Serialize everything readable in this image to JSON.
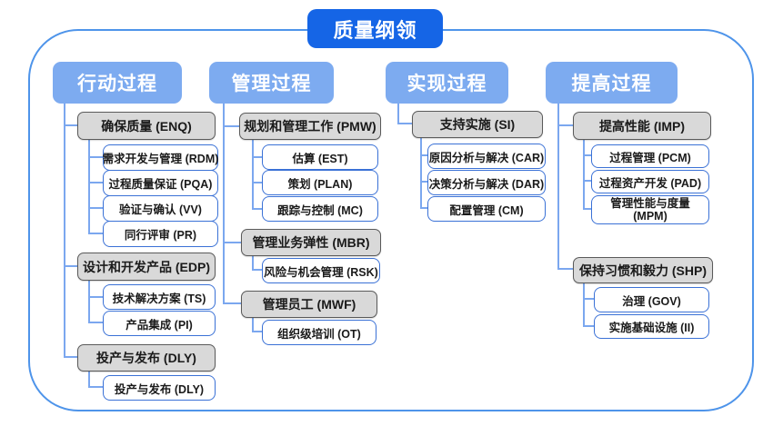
{
  "title": "质量纲领",
  "columns": [
    {
      "header": "行动过程",
      "groups": [
        {
          "title": "确保质量 (ENQ)",
          "children": [
            "需求开发与管理 (RDM)",
            "过程质量保证 (PQA)",
            "验证与确认 (VV)",
            "同行评审 (PR)"
          ]
        },
        {
          "title": "设计和开发产品 (EDP)",
          "children": [
            "技术解决方案 (TS)",
            "产品集成 (PI)"
          ]
        },
        {
          "title": "投产与发布 (DLY)",
          "children": [
            "投产与发布 (DLY)"
          ]
        }
      ]
    },
    {
      "header": "管理过程",
      "groups": [
        {
          "title": "规划和管理工作 (PMW)",
          "children": [
            "估算 (EST)",
            "策划 (PLAN)",
            "跟踪与控制 (MC)"
          ]
        },
        {
          "title": "管理业务弹性 (MBR)",
          "children": [
            "风险与机会管理 (RSK)"
          ]
        },
        {
          "title": "管理员工 (MWF)",
          "children": [
            "组织级培训 (OT)"
          ]
        }
      ]
    },
    {
      "header": "实现过程",
      "groups": [
        {
          "title": "支持实施 (SI)",
          "children": [
            "原因分析与解决 (CAR)",
            "决策分析与解决 (DAR)",
            "配置管理 (CM)"
          ]
        }
      ]
    },
    {
      "header": "提高过程",
      "groups": [
        {
          "title": "提高性能 (IMP)",
          "children": [
            "过程管理 (PCM)",
            "过程资产开发 (PAD)",
            "管理性能与度量 (MPM)"
          ]
        },
        {
          "title": "保持习惯和毅力 (SHP)",
          "children": [
            "治理 (GOV)",
            "实施基础设施 (II)"
          ]
        }
      ]
    }
  ],
  "colors": {
    "title_bg": "#1565e6",
    "header_bg": "#7dabf0",
    "connector": "#7ba7ef",
    "node_border": "#3a71d6",
    "group_fill": "#d9d9d9",
    "group_border": "#5a5a5a",
    "frame_border": "#4e94ea"
  }
}
